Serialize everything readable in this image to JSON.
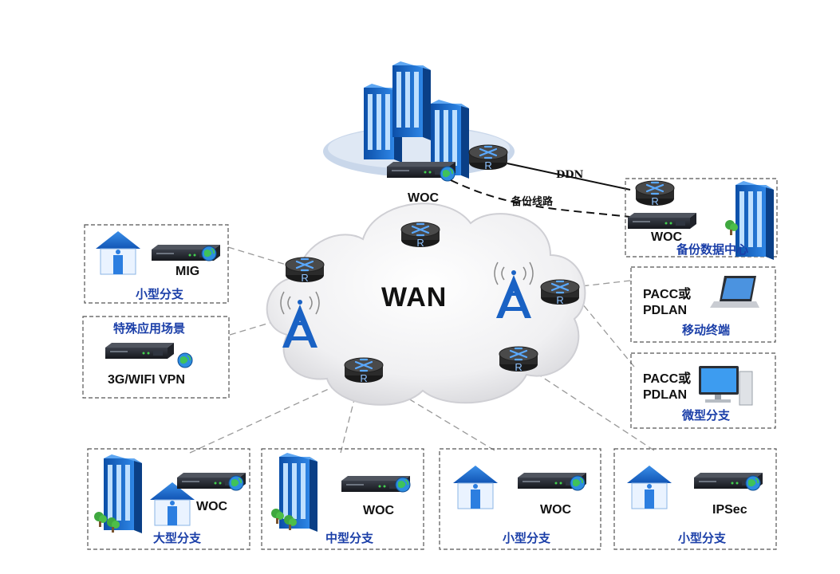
{
  "hq": {
    "device_label": "WOC"
  },
  "cloud_label": "WAN",
  "links": {
    "ddn": "DDN",
    "backup_line": "备份线路"
  },
  "backup_dc": {
    "device_label": "WOC",
    "title": "备份数据中心"
  },
  "left": {
    "small_branch": {
      "device_label": "MIG",
      "title": "小型分支"
    },
    "special": {
      "title": "特殊应用场景",
      "device_label": "3G/WIFI VPN"
    }
  },
  "right": {
    "mobile": {
      "device_label": "PACC或\nPDLAN",
      "title": "移动终端"
    },
    "micro": {
      "device_label": "PACC或\nPDLAN",
      "title": "微型分支"
    }
  },
  "bottom": [
    {
      "device_label": "WOC",
      "title": "大型分支"
    },
    {
      "device_label": "WOC",
      "title": "中型分支"
    },
    {
      "device_label": "WOC",
      "title": "小型分支"
    },
    {
      "device_label": "IPSec",
      "title": "小型分支"
    }
  ],
  "colors": {
    "accent": "#1b3fa8",
    "building": "#1a6fd0",
    "router": "#2b2b2b",
    "cloud": "#e9e9ec"
  }
}
